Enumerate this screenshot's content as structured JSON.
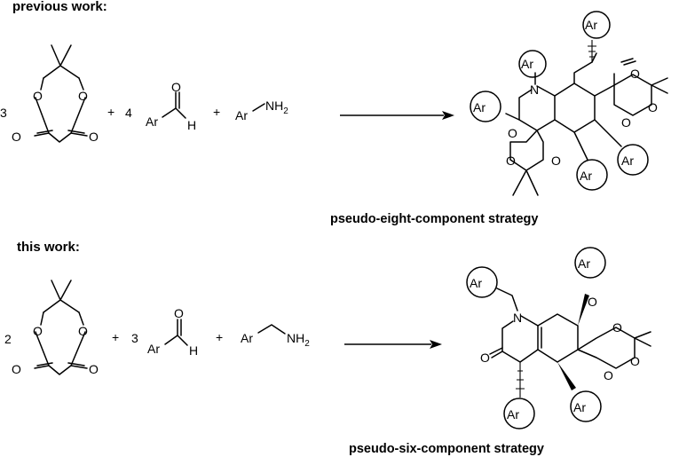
{
  "section_previous": "previous work:",
  "section_this": "this work:",
  "caption_previous": "pseudo-eight-component strategy",
  "caption_this": "pseudo-six-component strategy",
  "coef_prev_meldrum": "3",
  "coef_prev_aldehyde": "4",
  "coef_this_meldrum": "2",
  "coef_this_aldehyde": "3",
  "plus": "+",
  "atoms": {
    "O": "O",
    "H": "H",
    "N": "N",
    "Ar": "Ar",
    "NH": "NH",
    "sub2": "2"
  }
}
